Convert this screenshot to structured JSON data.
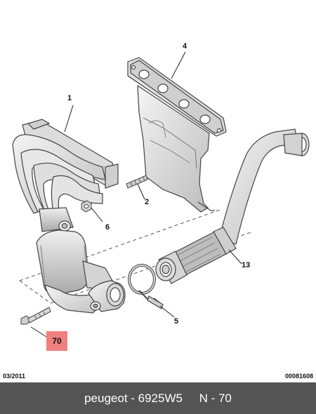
{
  "callouts": {
    "c1": "1",
    "c2": "2",
    "c4": "4",
    "c5": "5",
    "c6": "6",
    "c13": "13",
    "c70": "70"
  },
  "date_code": "03/2011",
  "doc_number": "00081608",
  "footer": {
    "text": "peugeot - 6925W5     N - 70"
  },
  "colors": {
    "highlight": "#f08080",
    "footer_bg": "#545454",
    "part_fill": "#e6e6e6",
    "part_stroke": "#444444"
  }
}
